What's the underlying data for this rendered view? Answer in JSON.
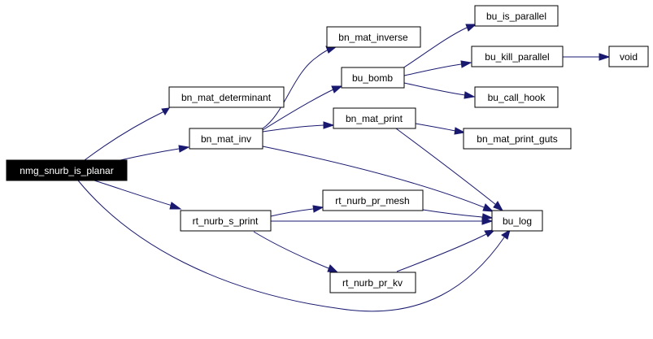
{
  "graph": {
    "edge_color": "#191970",
    "root_fill": "#000000",
    "nodes": {
      "nmg_snurb_is_planar": "nmg_snurb_is_planar",
      "bn_mat_determinant": "bn_mat_determinant",
      "bn_mat_inv": "bn_mat_inv",
      "bn_mat_inverse": "bn_mat_inverse",
      "bu_bomb": "bu_bomb",
      "bu_is_parallel": "bu_is_parallel",
      "bu_kill_parallel": "bu_kill_parallel",
      "void": "void",
      "bu_call_hook": "bu_call_hook",
      "bn_mat_print": "bn_mat_print",
      "bn_mat_print_guts": "bn_mat_print_guts",
      "bu_log": "bu_log",
      "rt_nurb_s_print": "rt_nurb_s_print",
      "rt_nurb_pr_mesh": "rt_nurb_pr_mesh",
      "rt_nurb_pr_kv": "rt_nurb_pr_kv"
    },
    "edges": [
      [
        "nmg_snurb_is_planar",
        "bn_mat_determinant"
      ],
      [
        "nmg_snurb_is_planar",
        "bn_mat_inv"
      ],
      [
        "nmg_snurb_is_planar",
        "rt_nurb_s_print"
      ],
      [
        "nmg_snurb_is_planar",
        "bu_log"
      ],
      [
        "bn_mat_inv",
        "bn_mat_inverse"
      ],
      [
        "bn_mat_inv",
        "bu_bomb"
      ],
      [
        "bn_mat_inv",
        "bn_mat_print"
      ],
      [
        "bn_mat_inv",
        "bu_log"
      ],
      [
        "bu_bomb",
        "bu_is_parallel"
      ],
      [
        "bu_bomb",
        "bu_kill_parallel"
      ],
      [
        "bu_bomb",
        "bu_call_hook"
      ],
      [
        "bu_kill_parallel",
        "void"
      ],
      [
        "bn_mat_print",
        "bn_mat_print_guts"
      ],
      [
        "bn_mat_print",
        "bu_log"
      ],
      [
        "rt_nurb_s_print",
        "rt_nurb_pr_mesh"
      ],
      [
        "rt_nurb_s_print",
        "bu_log"
      ],
      [
        "rt_nurb_s_print",
        "rt_nurb_pr_kv"
      ],
      [
        "rt_nurb_pr_mesh",
        "bu_log"
      ],
      [
        "rt_nurb_pr_kv",
        "bu_log"
      ]
    ]
  }
}
